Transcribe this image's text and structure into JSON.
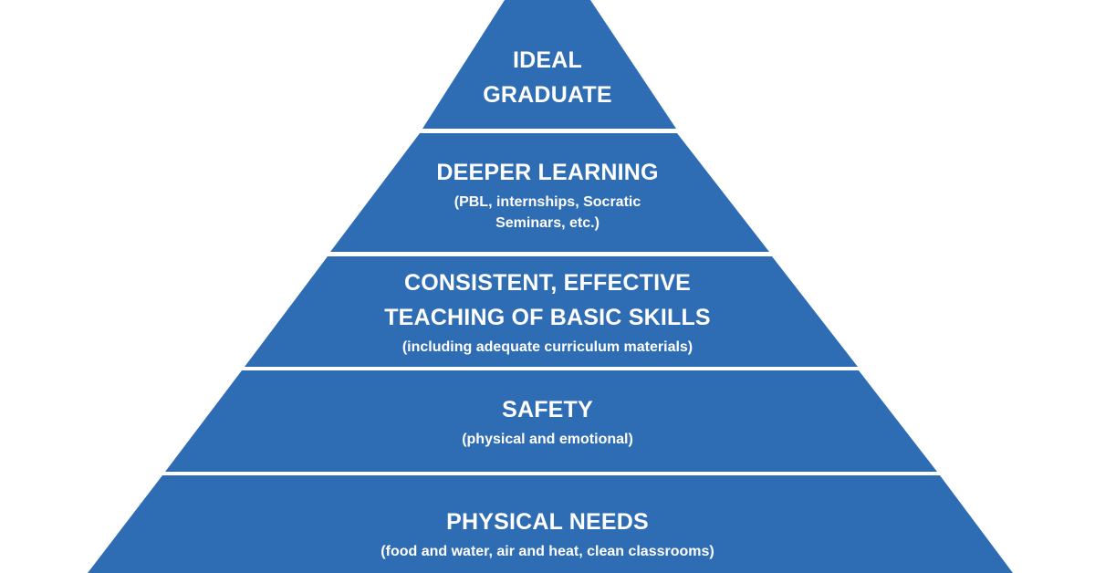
{
  "colors": {
    "layer_fill": "#2E6DB4",
    "text": "#FFFFFF",
    "background": "#FFFFFF"
  },
  "pyramid": {
    "layers": [
      {
        "title": "IDEAL\nGRADUATE",
        "subtitle": ""
      },
      {
        "title": "DEEPER LEARNING",
        "subtitle": "(PBL, internships, Socratic\nSeminars, etc.)"
      },
      {
        "title": "CONSISTENT, EFFECTIVE\nTEACHING OF BASIC SKILLS",
        "subtitle": "(including adequate curriculum materials)"
      },
      {
        "title": "SAFETY",
        "subtitle": "(physical and emotional)"
      },
      {
        "title": "PHYSICAL NEEDS",
        "subtitle": "(food and water, air and heat, clean classrooms)"
      }
    ]
  }
}
